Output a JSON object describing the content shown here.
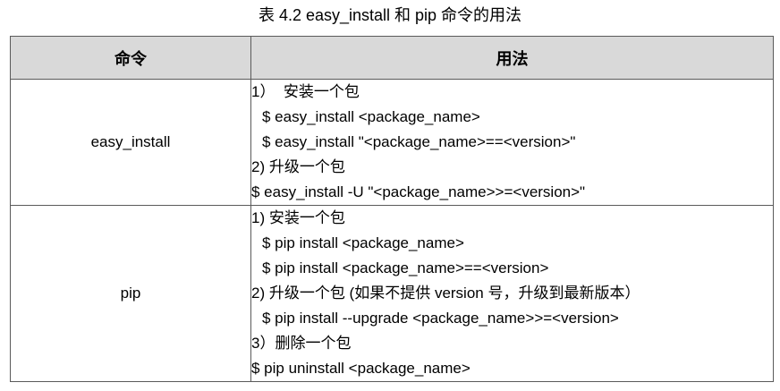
{
  "caption": "表 4.2 easy_install 和 pip 命令的用法",
  "table": {
    "headers": [
      "命令",
      "用法"
    ],
    "rows": [
      {
        "command": "easy_install",
        "lines": [
          {
            "text": "1）  安装一个包",
            "indent": false
          },
          {
            "text": "$ easy_install <package_name>",
            "indent": true
          },
          {
            "text": "$ easy_install \"<package_name>==<version>\"",
            "indent": true
          },
          {
            "text": "2) 升级一个包",
            "indent": false
          },
          {
            "text": "$ easy_install -U \"<package_name>>=<version>\"",
            "indent": false
          }
        ]
      },
      {
        "command": "pip",
        "lines": [
          {
            "text": "1) 安装一个包",
            "indent": false
          },
          {
            "text": "$ pip install <package_name>",
            "indent": true
          },
          {
            "text": "$ pip install <package_name>==<version>",
            "indent": true
          },
          {
            "text": "2) 升级一个包 (如果不提供 version 号，升级到最新版本）",
            "indent": false
          },
          {
            "text": "$ pip install --upgrade <package_name>>=<version>",
            "indent": true
          },
          {
            "text": "3）删除一个包",
            "indent": false
          },
          {
            "text": "$ pip uninstall <package_name>",
            "indent": false
          }
        ]
      }
    ]
  }
}
